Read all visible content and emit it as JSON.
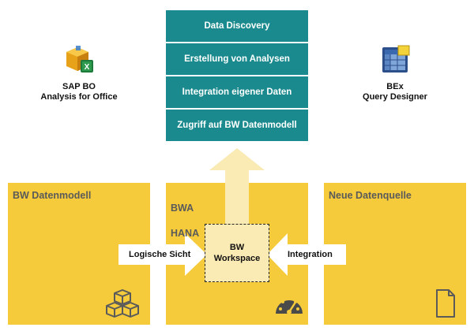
{
  "stack": {
    "items": [
      "Data Discovery",
      "Erstellung von Analysen",
      "Integration eigener Daten",
      "Zugriff auf BW Datenmodell"
    ]
  },
  "tools": {
    "left": {
      "line1": "SAP BO",
      "line2": "Analysis for Office"
    },
    "right": {
      "line1": "BEx",
      "line2": "Query Designer"
    }
  },
  "panels": {
    "left_title": "BW Datenmodell",
    "center_title_line1": "BWA",
    "center_title_line2": "HANA",
    "right_title": "Neue Datenquelle"
  },
  "workspace": {
    "line1": "BW",
    "line2": "Workspace"
  },
  "arrows": {
    "left_label": "Logische Sicht",
    "right_label": "Integration"
  },
  "colors": {
    "teal": "#1a8a8e",
    "yellow": "#f5cb3b",
    "arrow_fill": "#faeab4"
  }
}
